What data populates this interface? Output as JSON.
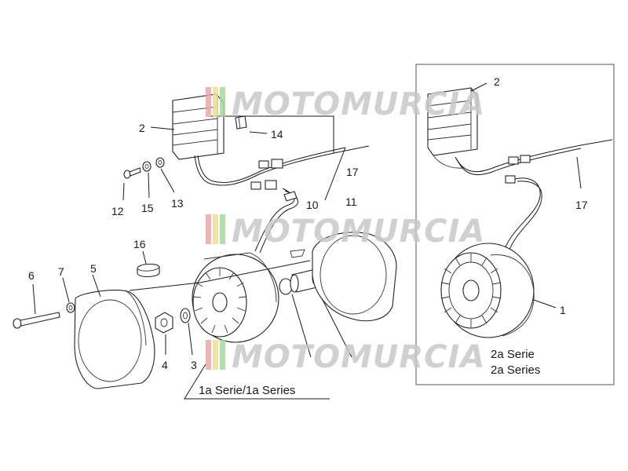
{
  "callouts": {
    "c1": "1",
    "c2_left": "2",
    "c2_right": "2",
    "c3": "3",
    "c4": "4",
    "c5": "5",
    "c6": "6",
    "c7": "7",
    "c10": "10",
    "c11": "11",
    "c12": "12",
    "c13": "13",
    "c14": "14",
    "c15": "15",
    "c16": "16",
    "c17_left": "17",
    "c17_right": "17"
  },
  "captions": {
    "series_1": "1a Serie/1a Series",
    "series_2_line1": "2a Serie",
    "series_2_line2": "2a Series"
  },
  "watermark": {
    "text": "MOTOMURCIA",
    "stripe_colors": [
      "#e7a9a9",
      "#f0e08a",
      "#a9d8a0"
    ],
    "text_color": "#c8c8c8"
  },
  "colors": {
    "line": "#1a1a1a",
    "background": "#ffffff"
  }
}
